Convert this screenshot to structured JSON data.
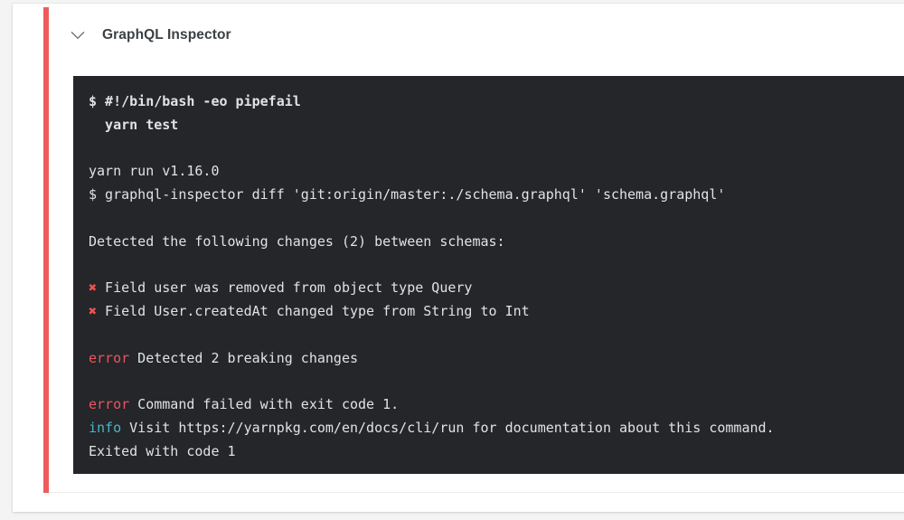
{
  "theme": {
    "page_background": "#f4f4f4",
    "card_background": "#ffffff",
    "accent_color": "#ef5b5b",
    "terminal_background": "#24262a",
    "terminal_text": "#e8e8e8",
    "error_color": "#e8565f",
    "info_color": "#45b8c8",
    "mark_color": "#ef5350",
    "title_color": "#3c4043"
  },
  "job": {
    "title": "GraphQL Inspector",
    "collapse_icon": "chevron-down-icon",
    "status": "failed"
  },
  "terminal": {
    "lines": [
      {
        "type": "command",
        "bold": true,
        "segments": [
          {
            "style": "plain",
            "text": "$ #!/bin/bash -eo pipefail"
          }
        ]
      },
      {
        "type": "command",
        "bold": true,
        "segments": [
          {
            "style": "plain",
            "text": "  yarn test"
          }
        ]
      },
      {
        "type": "blank",
        "bold": false,
        "segments": []
      },
      {
        "type": "output",
        "bold": false,
        "segments": [
          {
            "style": "plain",
            "text": "yarn run v1.16.0"
          }
        ]
      },
      {
        "type": "output",
        "bold": false,
        "segments": [
          {
            "style": "plain",
            "text": "$ graphql-inspector diff 'git:origin/master:./schema.graphql' 'schema.graphql'"
          }
        ]
      },
      {
        "type": "blank",
        "bold": false,
        "segments": []
      },
      {
        "type": "output",
        "bold": false,
        "segments": [
          {
            "style": "plain",
            "text": "Detected the following changes (2) between schemas:"
          }
        ]
      },
      {
        "type": "blank",
        "bold": false,
        "segments": []
      },
      {
        "type": "output",
        "bold": false,
        "segments": [
          {
            "style": "mark",
            "text": "✖"
          },
          {
            "style": "plain",
            "text": " Field user was removed from object type Query"
          }
        ]
      },
      {
        "type": "output",
        "bold": false,
        "segments": [
          {
            "style": "mark",
            "text": "✖"
          },
          {
            "style": "plain",
            "text": " Field User.createdAt changed type from String to Int"
          }
        ]
      },
      {
        "type": "blank",
        "bold": false,
        "segments": []
      },
      {
        "type": "output",
        "bold": false,
        "segments": [
          {
            "style": "error",
            "text": "error"
          },
          {
            "style": "plain",
            "text": " Detected 2 breaking changes"
          }
        ]
      },
      {
        "type": "blank",
        "bold": false,
        "segments": []
      },
      {
        "type": "output",
        "bold": false,
        "segments": [
          {
            "style": "error",
            "text": "error"
          },
          {
            "style": "plain",
            "text": " Command failed with exit code 1."
          }
        ]
      },
      {
        "type": "output",
        "bold": false,
        "segments": [
          {
            "style": "info",
            "text": "info"
          },
          {
            "style": "plain",
            "text": " Visit https://yarnpkg.com/en/docs/cli/run for documentation about this command."
          }
        ]
      },
      {
        "type": "output",
        "bold": false,
        "segments": [
          {
            "style": "plain",
            "text": "Exited with code 1"
          }
        ]
      }
    ]
  }
}
